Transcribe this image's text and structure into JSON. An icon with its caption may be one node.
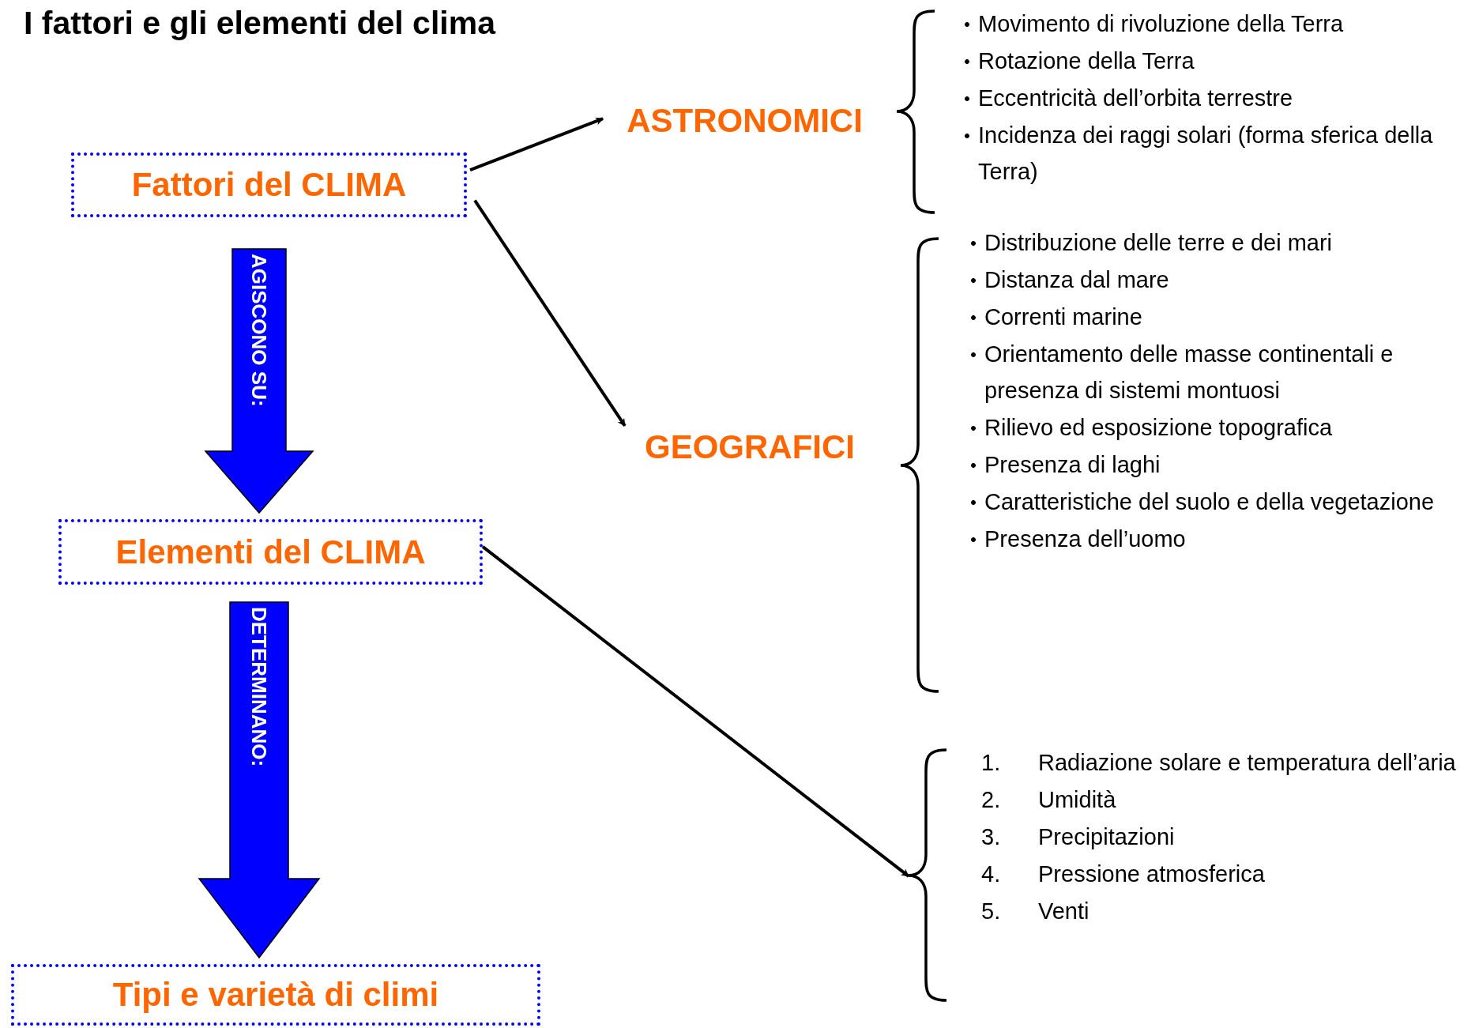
{
  "diagram": {
    "title": "I fattori e gli elementi del clima",
    "nodes": [
      {
        "text": [
          "Fattori del CLIMA"
        ]
      },
      {
        "text": [
          "ASTRONOMICI"
        ]
      },
      {
        "text": [
          "GEOGRAFICI"
        ]
      },
      {
        "text": [
          "Elementi del CLIMA"
        ]
      },
      {
        "text": [
          "Tipi e varietà di climi"
        ]
      },
      {
        "text": [
          "Movimento di rivoluzione della Terra",
          "Rotazione della Terra",
          "Eccentricità dell’orbita terrestre",
          "Incidenza dei raggi solari (forma sferica della Terra)"
        ]
      },
      {
        "text": [
          "Distribuzione delle terre e dei mari",
          "Distanza dal mare",
          "Correnti marine",
          "Orientamento delle masse continentali e presenza di sistemi montuosi",
          "Rilievo ed esposizione topografica",
          "Presenza di laghi",
          "Caratteristiche del suolo e della vegetazione",
          "Presenza dell’uomo"
        ]
      },
      {
        "text": [
          "1.",
          "Radiazione solare e temperatura dell’aria",
          "2.",
          "Umidità",
          "3.",
          "Precipitazioni",
          "4.",
          "Pressione atmosferica",
          "5.",
          "Venti"
        ]
      }
    ],
    "edges": [
      {
        "from": 0,
        "to": 1,
        "arrow": "to"
      },
      {
        "from": 0,
        "to": 2,
        "arrow": "to"
      },
      {
        "from": 3,
        "to": 7,
        "arrow": "to"
      },
      {
        "from": 0,
        "to": 3,
        "arrow": "to",
        "label": "AGISCONO SU:",
        "style": "thick",
        "color": "#0000ff"
      },
      {
        "from": 3,
        "to": 4,
        "arrow": "to",
        "label": "DETERMINANO:",
        "style": "thick",
        "color": "#0000ff"
      }
    ]
  }
}
